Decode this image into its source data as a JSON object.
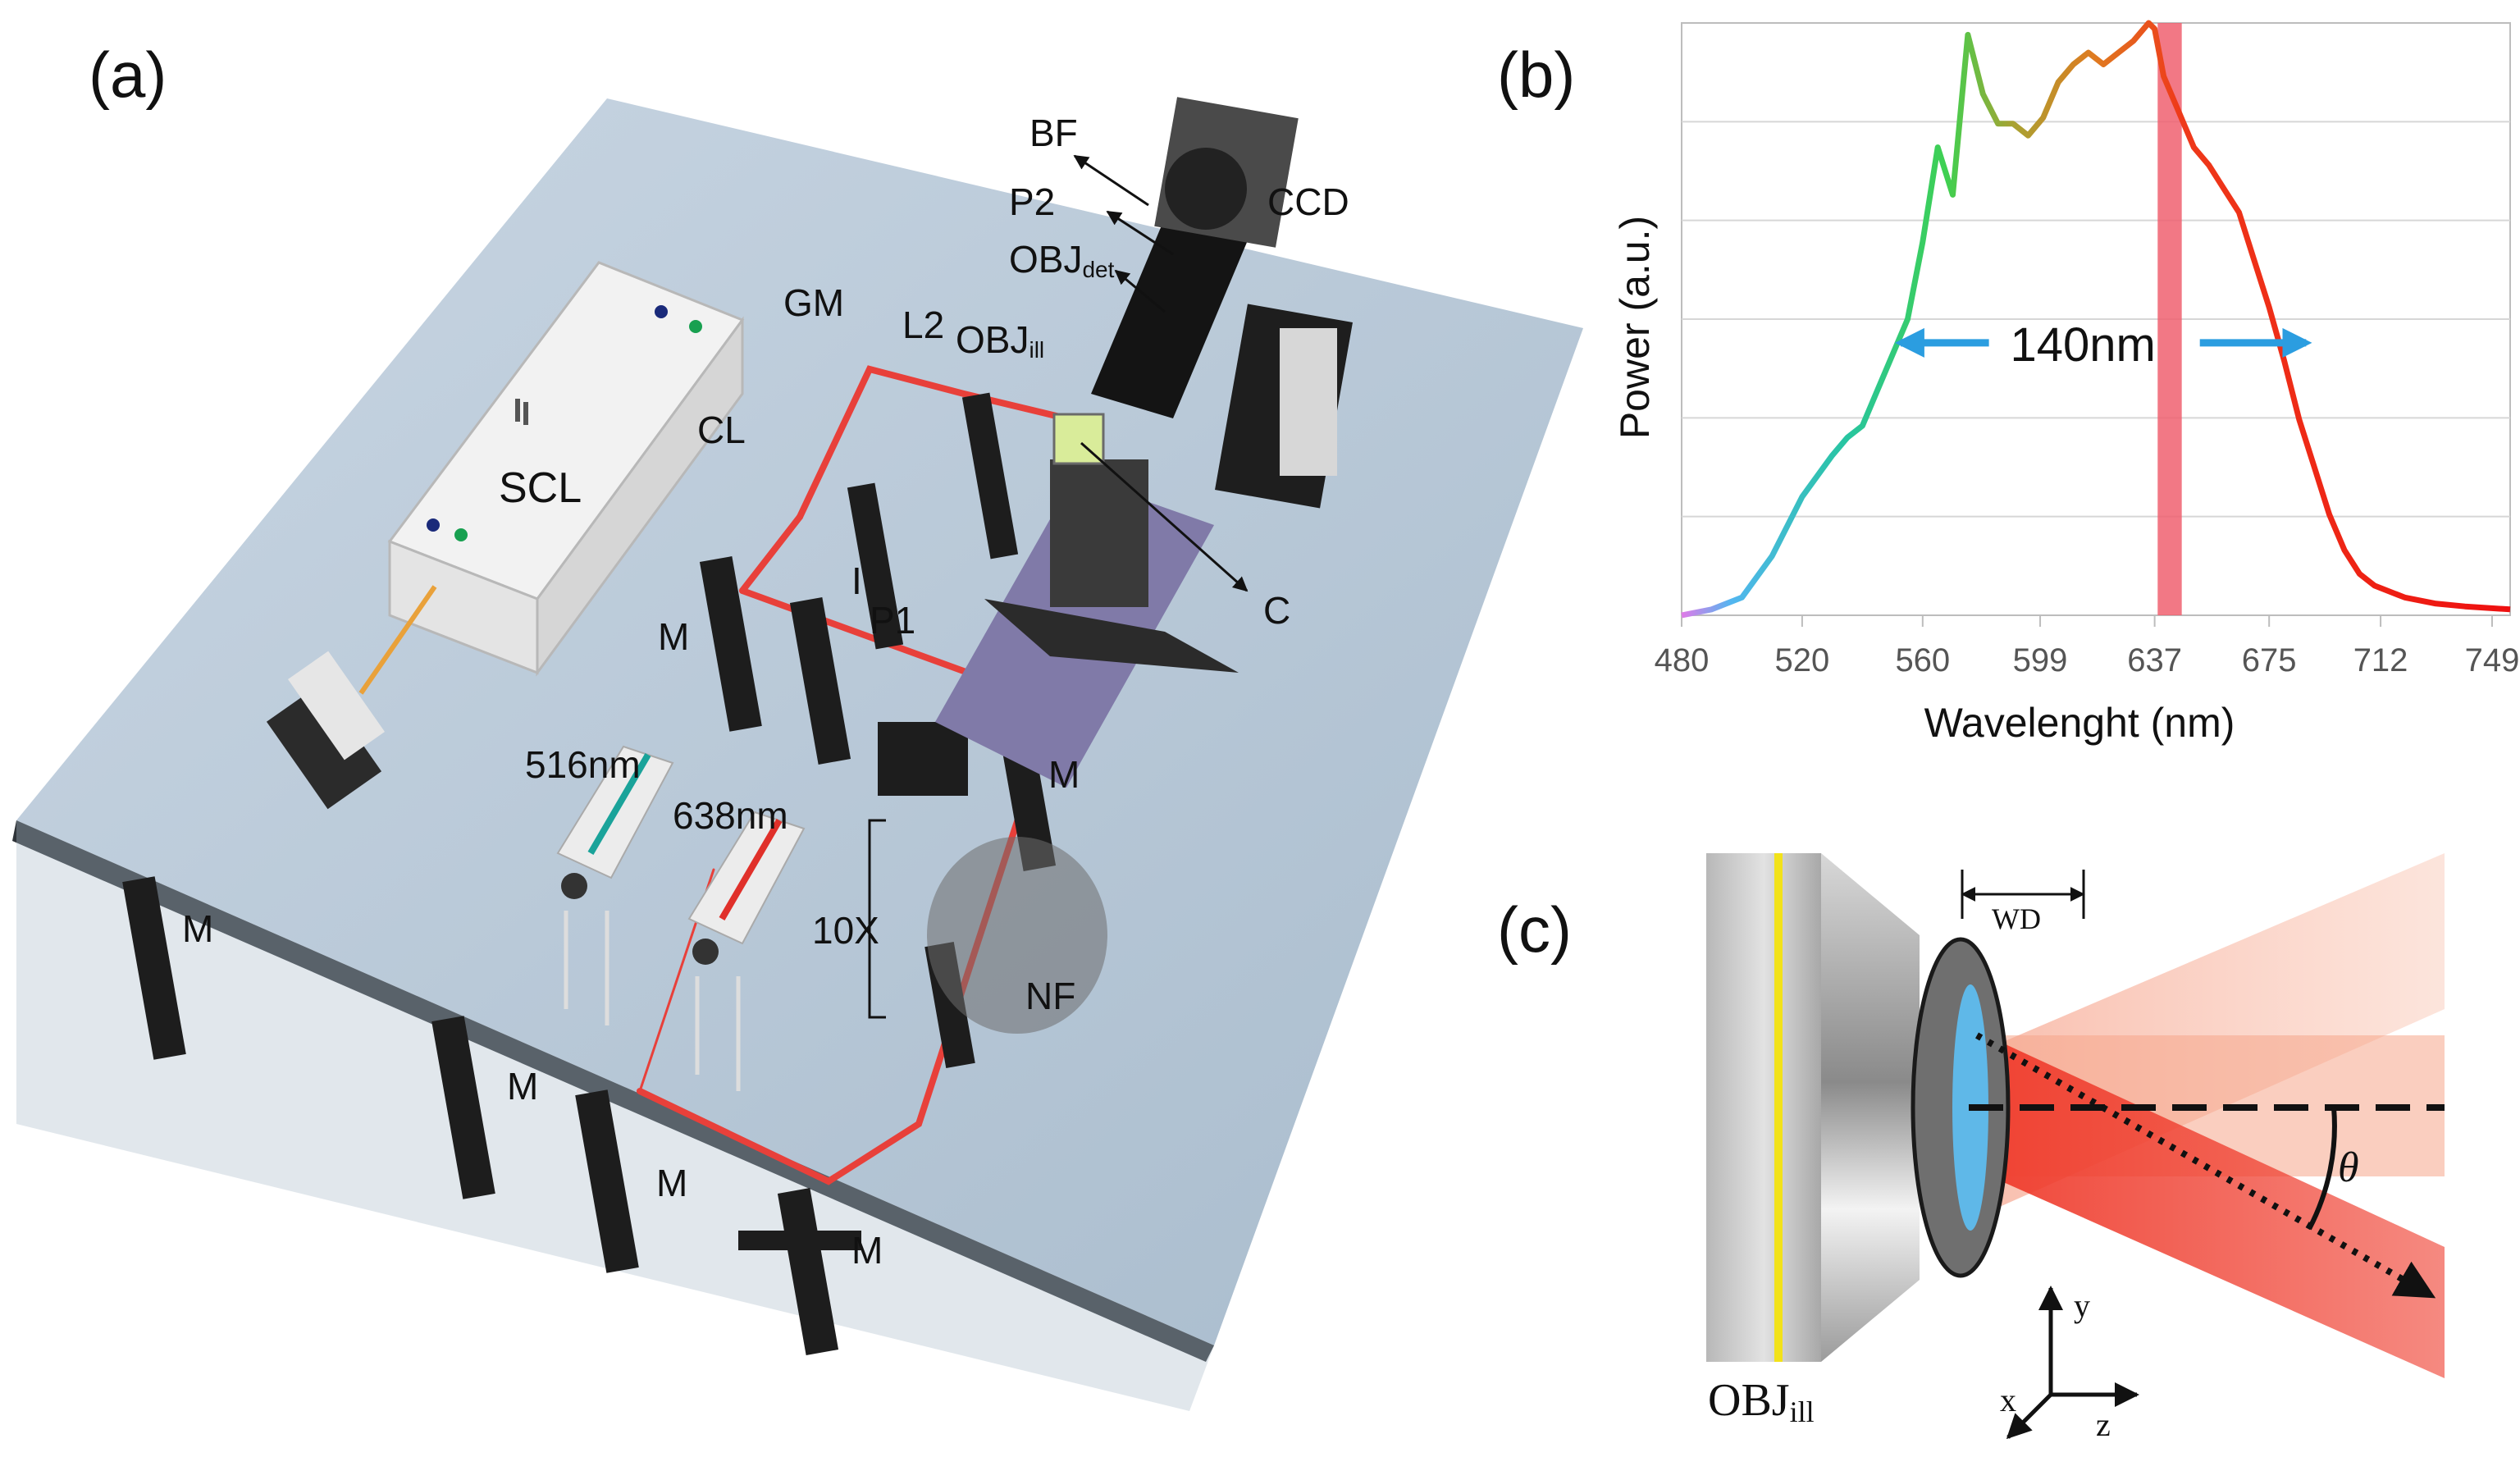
{
  "panels": {
    "a": "(a)",
    "b": "(b)",
    "c": "(c)"
  },
  "setup": {
    "labels": {
      "BF": "BF",
      "CCD": "CCD",
      "P2": "P2",
      "OBJ_det_main": "OBJ",
      "OBJ_det_sub": "det",
      "GM": "GM",
      "L2": "L2",
      "OBJ_ill_main": "OBJ",
      "OBJ_ill_sub": "ill",
      "CL": "CL",
      "SCL": "SCL",
      "C": "C",
      "I": "I",
      "P1": "P1",
      "laser_516": "516nm",
      "laser_638": "638nm",
      "10X": "10X",
      "NF": "NF",
      "mirror": "M"
    },
    "colors": {
      "beam": "#e8403a",
      "table": "#b9c9d9",
      "laser_516_stripe": "#1aa39a",
      "laser_638_stripe": "#e0302a"
    }
  },
  "chart_data": {
    "type": "line",
    "xlabel": "Wavelenght (nm)",
    "ylabel": "Power (a.u.)",
    "x_ticks": [
      "480",
      "520",
      "560",
      "599",
      "637",
      "675",
      "712",
      "749"
    ],
    "xlim": [
      480,
      755
    ],
    "ylim": [
      0,
      1.0
    ],
    "grid": true,
    "x": [
      480,
      490,
      500,
      510,
      520,
      530,
      535,
      540,
      545,
      550,
      555,
      560,
      565,
      570,
      575,
      580,
      585,
      590,
      595,
      600,
      605,
      610,
      615,
      620,
      625,
      630,
      635,
      637,
      640,
      645,
      650,
      655,
      660,
      665,
      670,
      675,
      680,
      685,
      690,
      695,
      700,
      705,
      710,
      720,
      730,
      740,
      755
    ],
    "values": [
      0.0,
      0.01,
      0.03,
      0.1,
      0.2,
      0.27,
      0.3,
      0.32,
      0.38,
      0.44,
      0.5,
      0.63,
      0.79,
      0.71,
      0.98,
      0.88,
      0.83,
      0.83,
      0.81,
      0.84,
      0.9,
      0.93,
      0.95,
      0.93,
      0.95,
      0.97,
      1.0,
      0.99,
      0.91,
      0.85,
      0.79,
      0.76,
      0.72,
      0.68,
      0.6,
      0.52,
      0.43,
      0.33,
      0.25,
      0.17,
      0.11,
      0.07,
      0.05,
      0.03,
      0.02,
      0.015,
      0.01
    ],
    "highlight_band": [
      638,
      646
    ],
    "highlight_color": "#f06070",
    "annotation": {
      "text": "140nm",
      "x_start": 550,
      "x_end": 690,
      "y": 0.46
    }
  },
  "objective_diagram": {
    "WD": "WD",
    "theta": "θ",
    "OBJ_main": "OBJ",
    "OBJ_sub": "ill",
    "axis_y": "y",
    "axis_x": "x",
    "axis_z": "z",
    "colors": {
      "beam": "#ef3b2c",
      "lens": "#5fb8e8",
      "ring": "#f2e21a"
    }
  }
}
